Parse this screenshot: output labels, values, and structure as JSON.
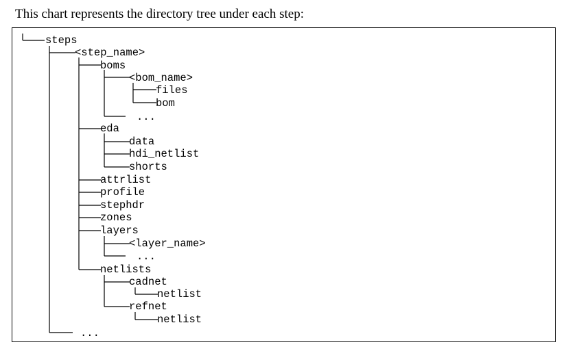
{
  "intro": "This chart represents the directory tree under each step:",
  "tree": {
    "steps": "steps",
    "step_name": "<step_name>",
    "boms": "boms",
    "bom_name": "<bom_name>",
    "files": "files",
    "bom": "bom",
    "boms_more": "...",
    "eda": "eda",
    "data": "data",
    "hdi_netlist": "hdi_netlist",
    "shorts": "shorts",
    "attrlist": "attrlist",
    "profile": "profile",
    "stephdr": "stephdr",
    "zones": "zones",
    "layers": "layers",
    "layer_name": "<layer_name>",
    "layers_more": "...",
    "netlists": "netlists",
    "cadnet": "cadnet",
    "cadnet_netlist": "netlist",
    "refnet": "refnet",
    "refnet_netlist": "netlist",
    "steps_more": "..."
  }
}
